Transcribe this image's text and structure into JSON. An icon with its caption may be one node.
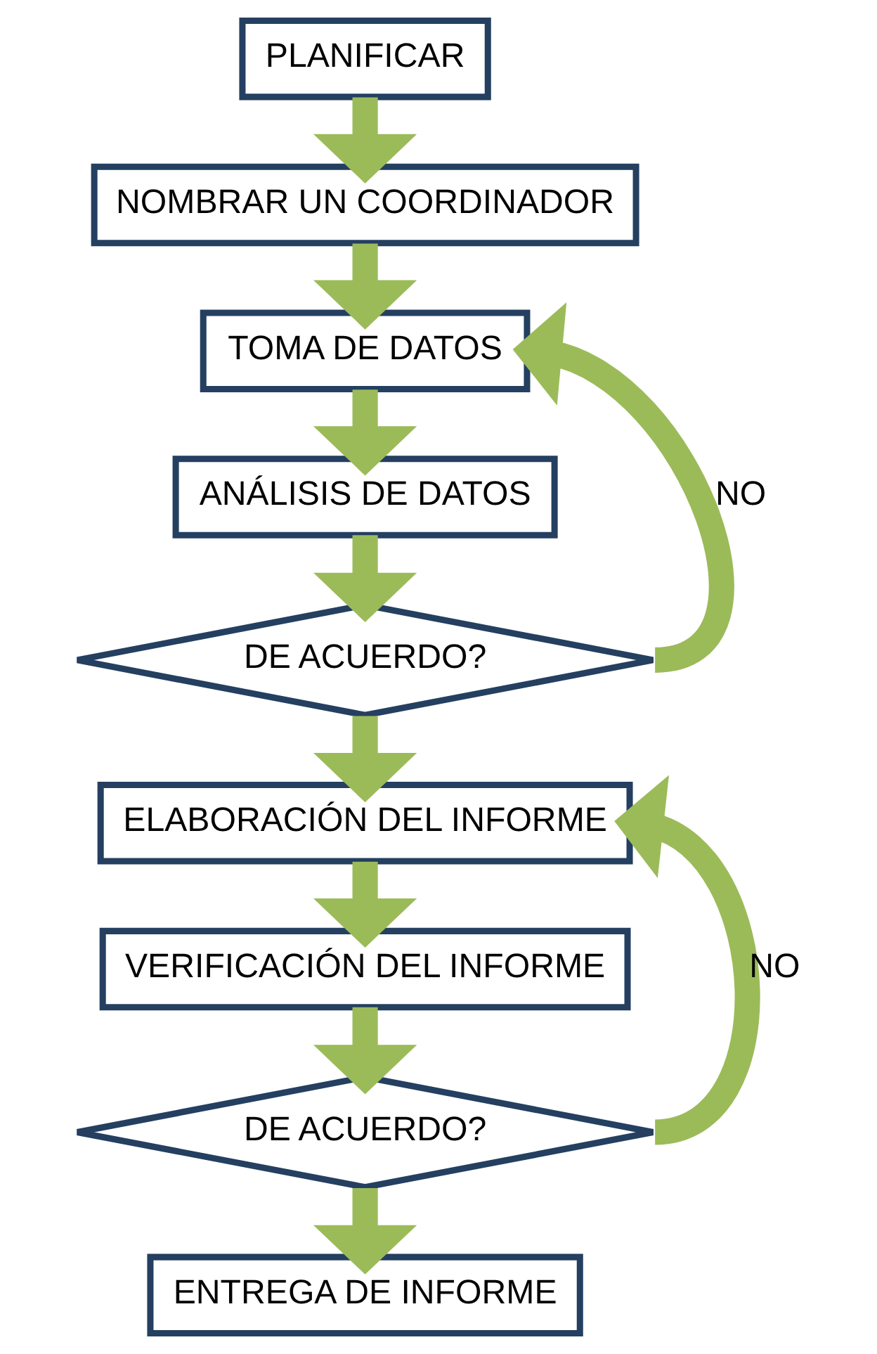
{
  "diagram": {
    "nodes": [
      {
        "text": [
          "PLANIFICAR"
        ]
      },
      {
        "text": [
          "NOMBRAR UN COORDINADOR"
        ]
      },
      {
        "text": [
          "TOMA DE DATOS"
        ]
      },
      {
        "text": [
          "ANÁLISIS DE DATOS"
        ]
      },
      {
        "text": [
          "DE ACUERDO?"
        ]
      },
      {
        "text": [
          "ELABORACIÓN DEL INFORME"
        ]
      },
      {
        "text": [
          "VERIFICACIÓN DEL INFORME"
        ]
      },
      {
        "text": [
          "DE ACUERDO?"
        ]
      },
      {
        "text": [
          "ENTREGA DE INFORME"
        ]
      }
    ],
    "edges": [
      {
        "from": 0,
        "to": 1,
        "arrow": "to"
      },
      {
        "from": 1,
        "to": 2,
        "arrow": "to"
      },
      {
        "from": 2,
        "to": 3,
        "arrow": "to"
      },
      {
        "from": 3,
        "to": 4,
        "arrow": "to"
      },
      {
        "from": 4,
        "to": 2,
        "arrow": "to",
        "label": "NO"
      },
      {
        "from": 4,
        "to": 5,
        "arrow": "to"
      },
      {
        "from": 5,
        "to": 6,
        "arrow": "to"
      },
      {
        "from": 6,
        "to": 7,
        "arrow": "to"
      },
      {
        "from": 7,
        "to": 5,
        "arrow": "to",
        "label": "NO"
      },
      {
        "from": 7,
        "to": 8,
        "arrow": "to"
      }
    ]
  }
}
